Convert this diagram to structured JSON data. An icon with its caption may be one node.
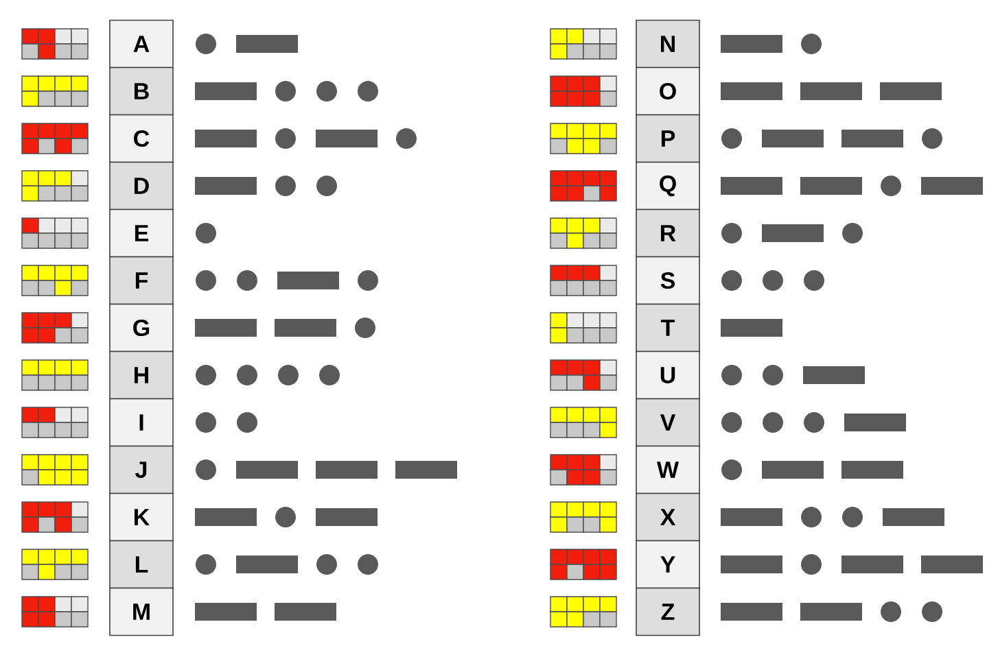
{
  "diagram": {
    "nodes": [
      {
        "text": [
          "A"
        ]
      },
      {
        "text": [
          "B"
        ]
      },
      {
        "text": [
          "C"
        ]
      },
      {
        "text": [
          "D"
        ]
      },
      {
        "text": [
          "E"
        ]
      },
      {
        "text": [
          "F"
        ]
      },
      {
        "text": [
          "G"
        ]
      },
      {
        "text": [
          "H"
        ]
      },
      {
        "text": [
          "I"
        ]
      },
      {
        "text": [
          "J"
        ]
      },
      {
        "text": [
          "K"
        ]
      },
      {
        "text": [
          "L"
        ]
      },
      {
        "text": [
          "M"
        ]
      },
      {
        "text": [
          "N"
        ]
      },
      {
        "text": [
          "O"
        ]
      },
      {
        "text": [
          "P"
        ]
      },
      {
        "text": [
          "Q"
        ]
      },
      {
        "text": [
          "R"
        ]
      },
      {
        "text": [
          "S"
        ]
      },
      {
        "text": [
          "T"
        ]
      },
      {
        "text": [
          "U"
        ]
      },
      {
        "text": [
          "V"
        ]
      },
      {
        "text": [
          "W"
        ]
      },
      {
        "text": [
          "X"
        ]
      },
      {
        "text": [
          "Y"
        ]
      },
      {
        "text": [
          "Z"
        ]
      }
    ]
  }
}
